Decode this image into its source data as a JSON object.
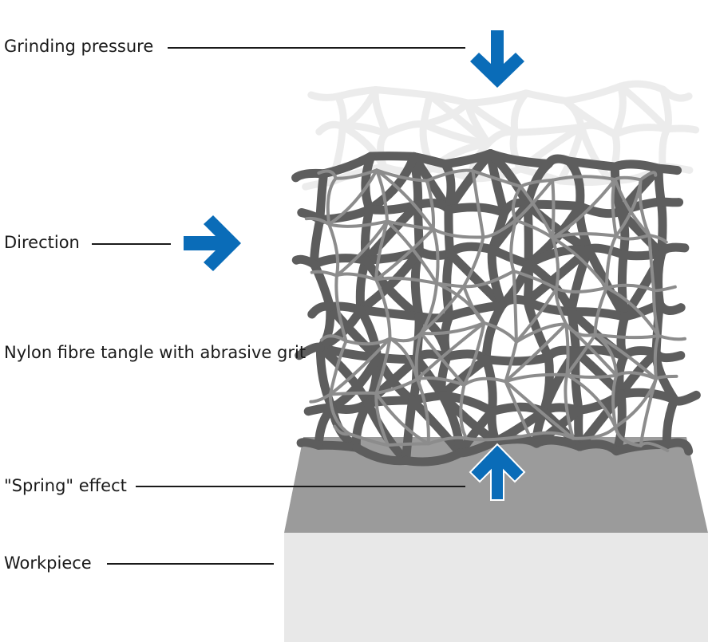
{
  "labels": {
    "grinding_pressure": "Grinding pressure",
    "direction": "Direction",
    "fibre_tangle": "Nylon fibre tangle with abrasive grit",
    "spring_effect": "\"Spring\" effect",
    "workpiece": "Workpiece"
  },
  "colors": {
    "arrow_blue": "#0a6cb8",
    "workpiece_top": "#9b9b9b",
    "workpiece_front": "#e8e8e8",
    "fibre_dark": "#5d5d5d",
    "fibre_light": "#9a9a9a",
    "leader_line": "#1a1a1a"
  },
  "arrows": {
    "grinding_pressure": "down-arrow",
    "direction": "right-arrow",
    "spring_effect": "up-arrow"
  }
}
